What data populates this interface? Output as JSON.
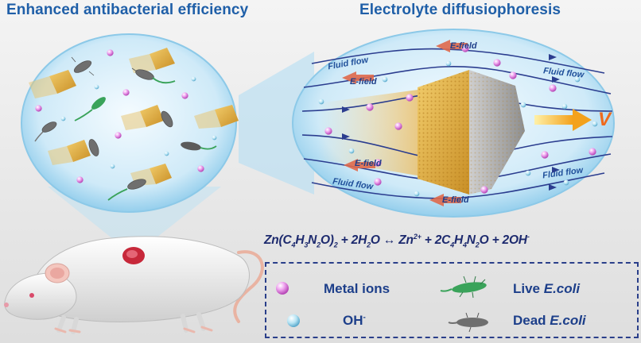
{
  "titles": {
    "left": "Enhanced antibacterial efficiency",
    "right": "Electrolyte diffusiophoresis"
  },
  "labels": {
    "fluid_flow": "Fluid flow",
    "e_field": "E-field",
    "velocity": "V"
  },
  "equation": {
    "reactant_base": "Zn(C",
    "reactant_sub1": "4",
    "reactant_h": "H",
    "reactant_sub2": "3",
    "reactant_n": "N",
    "reactant_sub3": "2",
    "reactant_o": "O)",
    "reactant_sub4": "2",
    "plus_water": " + 2H",
    "water_sub": "2",
    "water_o": "O ",
    "arrow": "↔",
    "zinc": " Zn",
    "zinc_sup": "2+",
    "plus_ligand": " +  2C",
    "lig_sub1": "4",
    "lig_h": "H",
    "lig_sub2": "4",
    "lig_n": "N",
    "lig_sub3": "2",
    "lig_o": "O + 2OH",
    "oh_sup": "-"
  },
  "legend": {
    "metal_ions": "Metal ions",
    "oh_base": "OH",
    "oh_sup": "-",
    "live_prefix": "Live ",
    "live_species": "E.coli",
    "dead_prefix": "Dead ",
    "dead_species": "E.coli"
  },
  "colors": {
    "title_blue": "#1f5fa8",
    "metal_ion": "#d86fd8",
    "hydroxide_ion": "#8fd3ea",
    "crystal": "#e3b247",
    "live_bacteria": "#3aa35a",
    "dead_bacteria": "#6f6f6f",
    "e_field_arrow": "#e06a4c",
    "velocity_arrow": "#f1c232",
    "velocity_label": "#ef6a1c"
  },
  "icons": [
    "metal-ion-icon",
    "hydroxide-ion-icon",
    "live-ecoli-icon",
    "dead-ecoli-icon",
    "mouse-illustration",
    "wound-icon",
    "zif-crystal-icon"
  ]
}
